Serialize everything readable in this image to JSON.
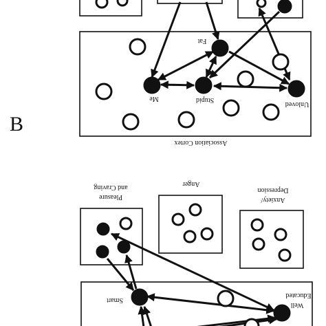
{
  "panel_letter": "B",
  "upper": {
    "region_label": "Association Cortex",
    "node_labels": {
      "fat": "Fat",
      "me": "Me",
      "stupid": "Stupid",
      "unloved": "Unloved"
    }
  },
  "lower": {
    "box_labels": {
      "pleasure": "Pleasure",
      "craving": "and Craving",
      "anger": "Anger",
      "anxiety": "Anxiety/",
      "depression": "Depression"
    },
    "node_labels": {
      "smart": "Smart",
      "well": "Well",
      "educated": "Educated"
    }
  },
  "colors": {
    "ink": "#111111",
    "background": "#ffffff"
  }
}
